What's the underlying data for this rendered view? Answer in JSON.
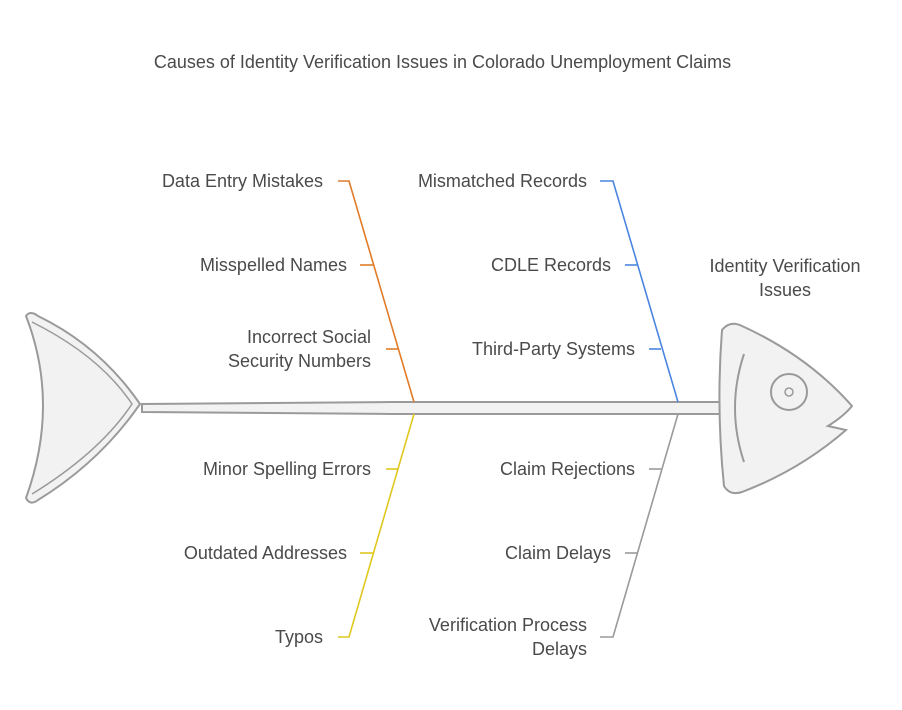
{
  "title": "Causes of Identity Verification Issues in Colorado Unemployment Claims",
  "effect": {
    "line1": "Identity Verification",
    "line2": "Issues"
  },
  "colors": {
    "human_error": "#e07b2a",
    "data_sources": "#4a86e0",
    "data_quality": "#e0c820",
    "consequences": "#9a9a9a",
    "fish": "#9a9a9a"
  },
  "branches": {
    "top_left": [
      "Data Entry Mistakes",
      "Misspelled Names",
      "Incorrect Social",
      "Security Numbers"
    ],
    "top_right": [
      "Mismatched Records",
      "CDLE Records",
      "Third-Party Systems"
    ],
    "bottom_left": [
      "Minor Spelling Errors",
      "Outdated Addresses",
      "Typos"
    ],
    "bottom_right": [
      "Claim Rejections",
      "Claim Delays",
      "Verification Process",
      "Delays"
    ]
  }
}
